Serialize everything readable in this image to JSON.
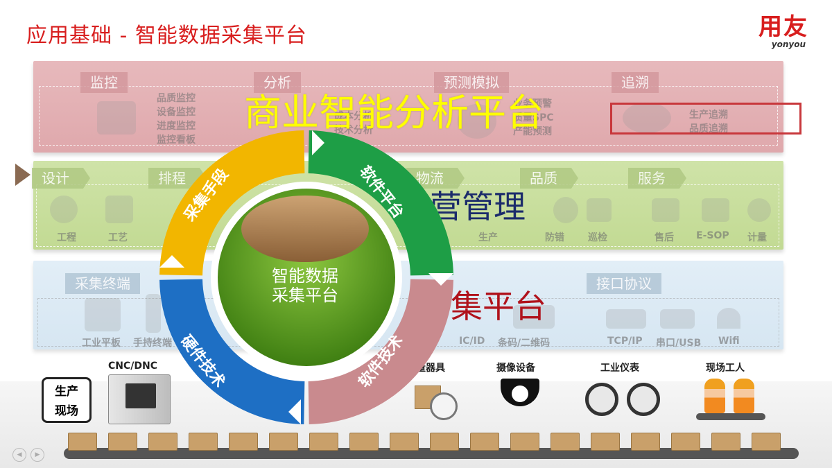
{
  "header": {
    "title": "应用基础 - 智能数据采集平台",
    "logo_main": "用友",
    "logo_sub": "yonyou"
  },
  "top_band": {
    "categories": [
      "监控",
      "分析",
      "预测模拟",
      "追溯"
    ],
    "monitor_items": [
      "品质监控",
      "设备监控",
      "进度监控",
      "监控看板"
    ],
    "analysis_items": [
      "成本分析",
      "技术分析"
    ],
    "predict_items": [
      "业务预警",
      "质量SPC",
      "产能预测"
    ],
    "trace_items": [
      "生产追溯",
      "品质追溯"
    ],
    "overlay": "商业智能分析平台"
  },
  "middle_band": {
    "categories": [
      "设计",
      "排程",
      "物流",
      "品质",
      "服务"
    ],
    "labels": [
      "工程",
      "工艺",
      "生产",
      "防错",
      "巡检",
      "售后",
      "E-SOP",
      "计量"
    ],
    "overlay": "营管理"
  },
  "bottom_band": {
    "categories": [
      "采集终端",
      "接口协议"
    ],
    "labels": [
      "工业平板",
      "手持终端",
      "IC/ID",
      "条码/二维码",
      "TCP/IP",
      "串口/USB",
      "Wifi"
    ],
    "overlay": "集平台"
  },
  "wheel": {
    "segments": [
      "采集手段",
      "软件平台",
      "软件技术",
      "硬件技术"
    ],
    "center": [
      "智能数据",
      "采集平台"
    ],
    "colors": {
      "yellow": "#f2b600",
      "green": "#1e9e46",
      "pink": "#c98a8e",
      "blue": "#1e6fc4",
      "center": "#5a9a1e"
    }
  },
  "shop_floor": {
    "site_label": [
      "生产",
      "现场"
    ],
    "devices": [
      "CNC/DNC",
      "量器具",
      "摄像设备",
      "工业仪表",
      "现场工人"
    ]
  }
}
